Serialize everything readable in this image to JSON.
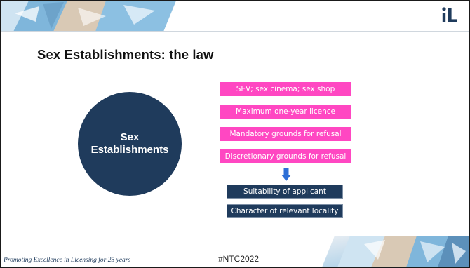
{
  "title": "Sex Establishments: the law",
  "circle": {
    "line1": "Sex",
    "line2": "Establishments"
  },
  "pink_boxes": [
    "SEV; sex cinema; sex shop",
    "Maximum one-year licence",
    "Mandatory grounds for refusal",
    "Discretionary grounds for refusal"
  ],
  "navy_boxes": [
    "Suitability of applicant",
    "Character of relevant locality"
  ],
  "footer": {
    "tagline": "Promoting Excellence in Licensing for 25 years",
    "hashtag": "#NTC2022"
  },
  "colors": {
    "pink": "#ff47c2",
    "navy": "#1f3b5c",
    "arrow": "#2e6fd6"
  },
  "icons": {
    "down_arrow": "arrow-down-icon",
    "logo": "il-logo"
  }
}
